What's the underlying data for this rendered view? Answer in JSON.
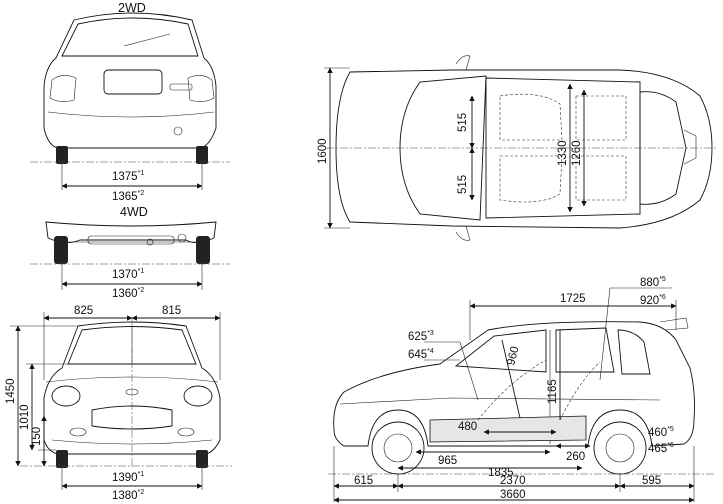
{
  "views": {
    "rear_2wd": {
      "title": "2WD",
      "track_1": "1375",
      "track_1_note": "*1",
      "track_2": "1365",
      "track_2_note": "*2"
    },
    "rear_4wd": {
      "title": "4WD",
      "track_1": "1370",
      "track_1_note": "*1",
      "track_2": "1360",
      "track_2_note": "*2"
    },
    "front": {
      "half_left": "825",
      "half_right": "815",
      "height": "1450",
      "sub_height": "1010",
      "ground_clearance": "150",
      "track_1": "1390",
      "track_1_note": "*1",
      "track_2": "1380",
      "track_2_note": "*2"
    },
    "top": {
      "width": "1600",
      "seat_front": "515",
      "seat_rear": "515",
      "cabin_1": "1330",
      "cabin_2": "1260"
    },
    "side": {
      "roof_span": "1725",
      "dim_880": "880",
      "dim_880_note": "*5",
      "dim_920": "920",
      "dim_920_note": "*6",
      "dim_625": "625",
      "dim_625_note": "*3",
      "dim_645": "645",
      "dim_645_note": "*4",
      "dim_960": "960",
      "dim_1165": "1165",
      "dim_480": "480",
      "dim_460": "460",
      "dim_460_note": "*5",
      "dim_465": "465",
      "dim_465_note": "*6",
      "dim_965": "965",
      "dim_260": "260",
      "dim_1835": "1835",
      "front_overhang": "615",
      "wheelbase": "2370",
      "rear_overhang": "595",
      "length": "3660"
    }
  }
}
